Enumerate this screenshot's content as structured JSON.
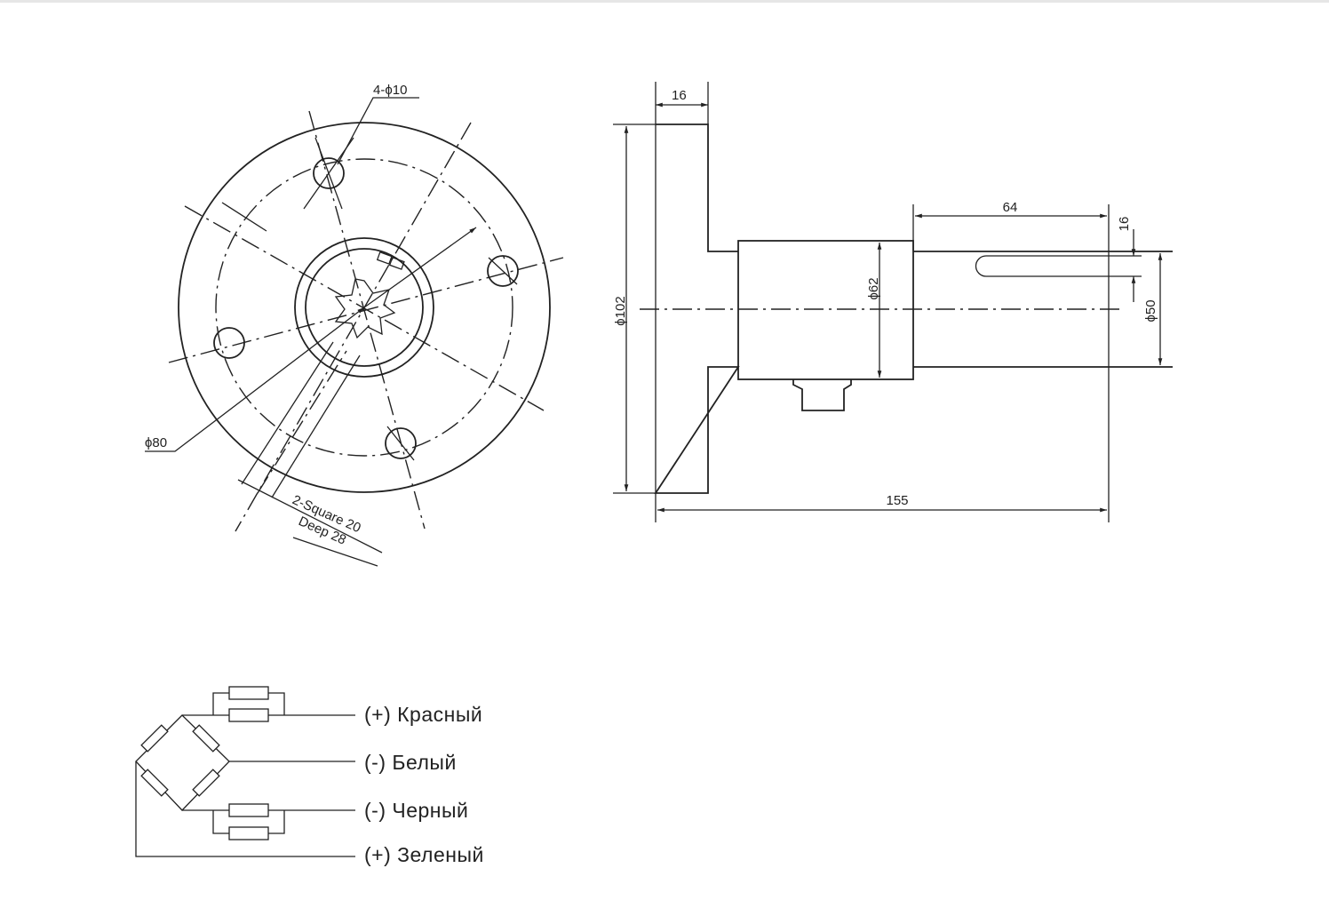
{
  "front_view": {
    "holes_label": "4-ϕ10",
    "bolt_circle_label": "ϕ80",
    "square_label": "2-Square 20",
    "deep_label": "Deep 28"
  },
  "side_view": {
    "flange_thickness": "16",
    "flange_diameter": "ϕ102",
    "body_diameter": "ϕ62",
    "shaft_length": "64",
    "key_width": "16",
    "shaft_diameter": "ϕ50",
    "total_length": "155"
  },
  "wiring": {
    "wires": [
      {
        "label": "(+) Красный"
      },
      {
        "label": "(-) Белый"
      },
      {
        "label": "(-) Черный"
      },
      {
        "label": "(+) Зеленый"
      }
    ]
  }
}
